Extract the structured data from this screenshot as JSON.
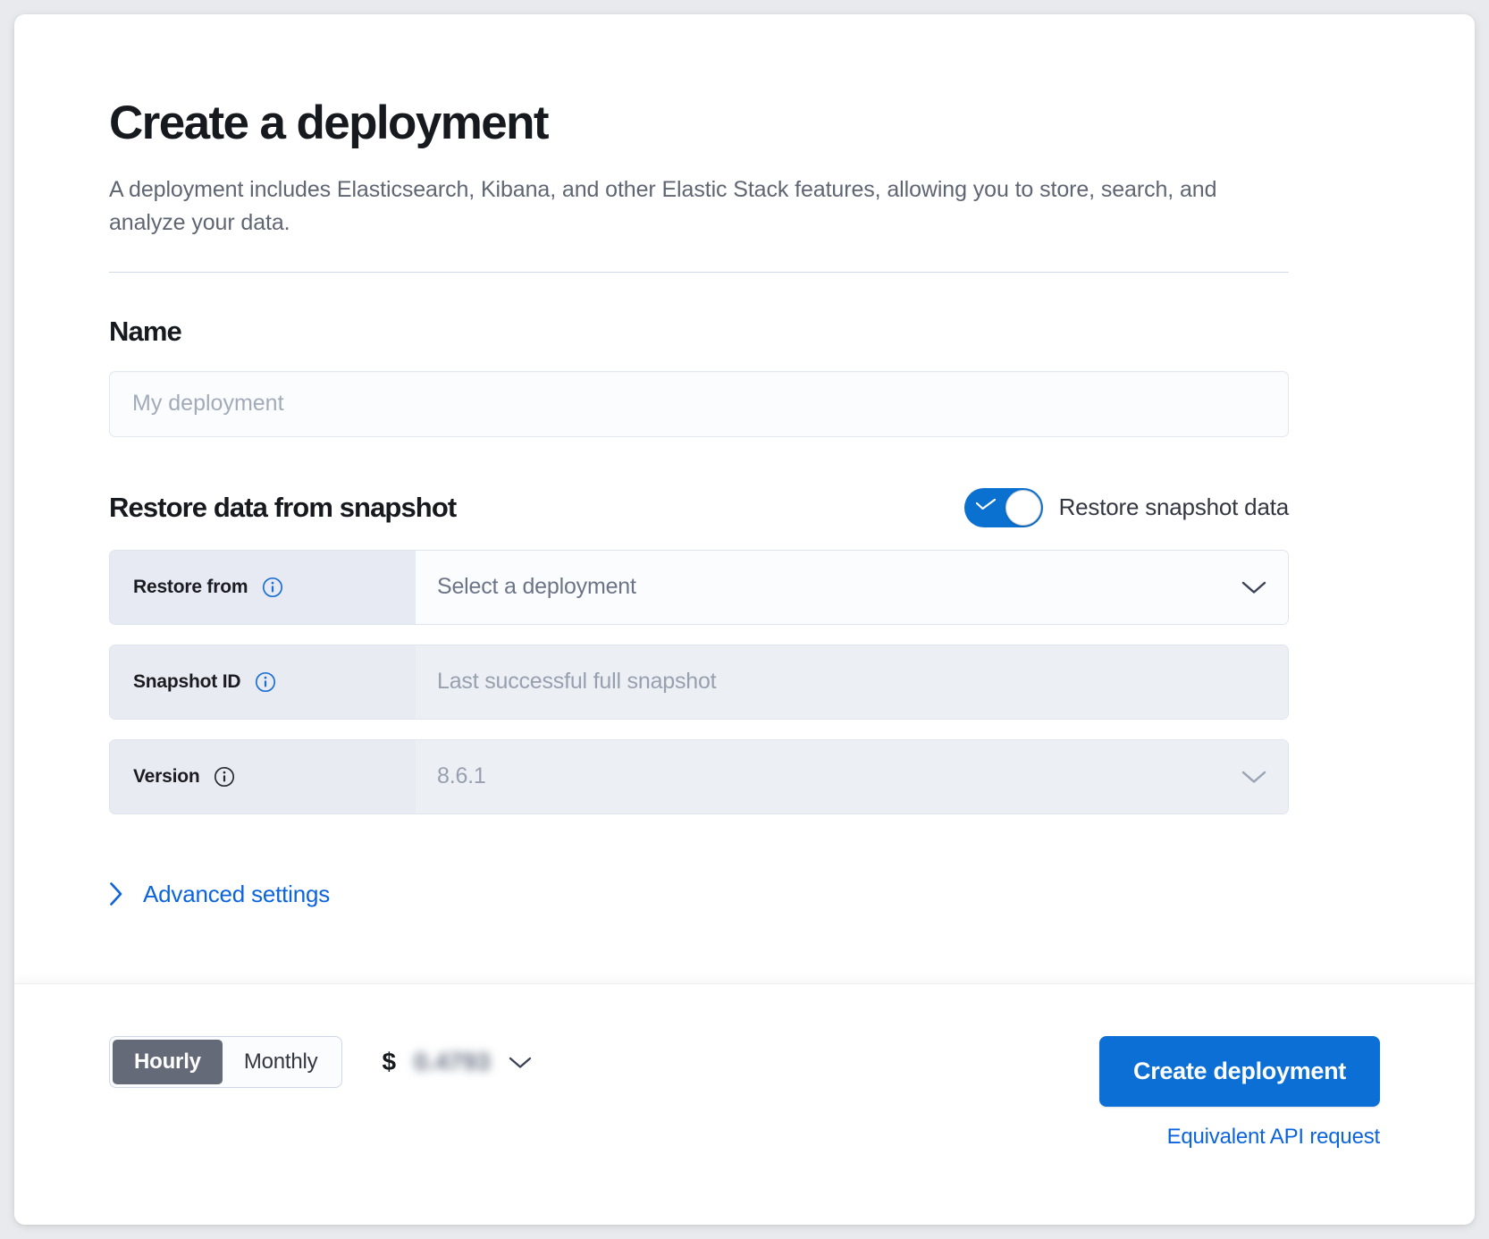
{
  "header": {
    "title": "Create a deployment",
    "description": "A deployment includes Elasticsearch, Kibana, and other Elastic Stack features, allowing you to store, search, and analyze your data."
  },
  "name_section": {
    "heading": "Name",
    "placeholder": "My deployment",
    "value": ""
  },
  "restore_section": {
    "heading": "Restore data from snapshot",
    "toggle_label": "Restore snapshot data",
    "toggle_on": true,
    "rows": [
      {
        "label": "Restore from",
        "value": "Select a deployment",
        "info_icon": "info-icon",
        "control": "select",
        "disabled": false
      },
      {
        "label": "Snapshot ID",
        "value": "Last successful full snapshot",
        "info_icon": "info-icon",
        "control": "text",
        "disabled": true
      },
      {
        "label": "Version",
        "value": "8.6.1",
        "info_icon": "info-icon",
        "control": "select",
        "disabled": true
      }
    ],
    "advanced_settings_label": "Advanced settings",
    "advanced_settings_icon": "chevron-right-icon"
  },
  "footer": {
    "billing_options": [
      {
        "label": "Hourly",
        "active": true
      },
      {
        "label": "Monthly",
        "active": false
      }
    ],
    "price_currency": "$",
    "price_amount": "0.4793",
    "price_chevron_icon": "chevron-down-icon",
    "create_button_label": "Create deployment",
    "api_request_link": "Equivalent API request"
  },
  "colors": {
    "accent_blue": "#0b6fd6",
    "link_blue": "#0b64dd",
    "toggle_on": "#0a71d0",
    "text_dark": "#16191d",
    "text_muted": "#5f6673",
    "row_label_bg": "#e7eaf2",
    "disabled_bg": "#eceff4"
  }
}
